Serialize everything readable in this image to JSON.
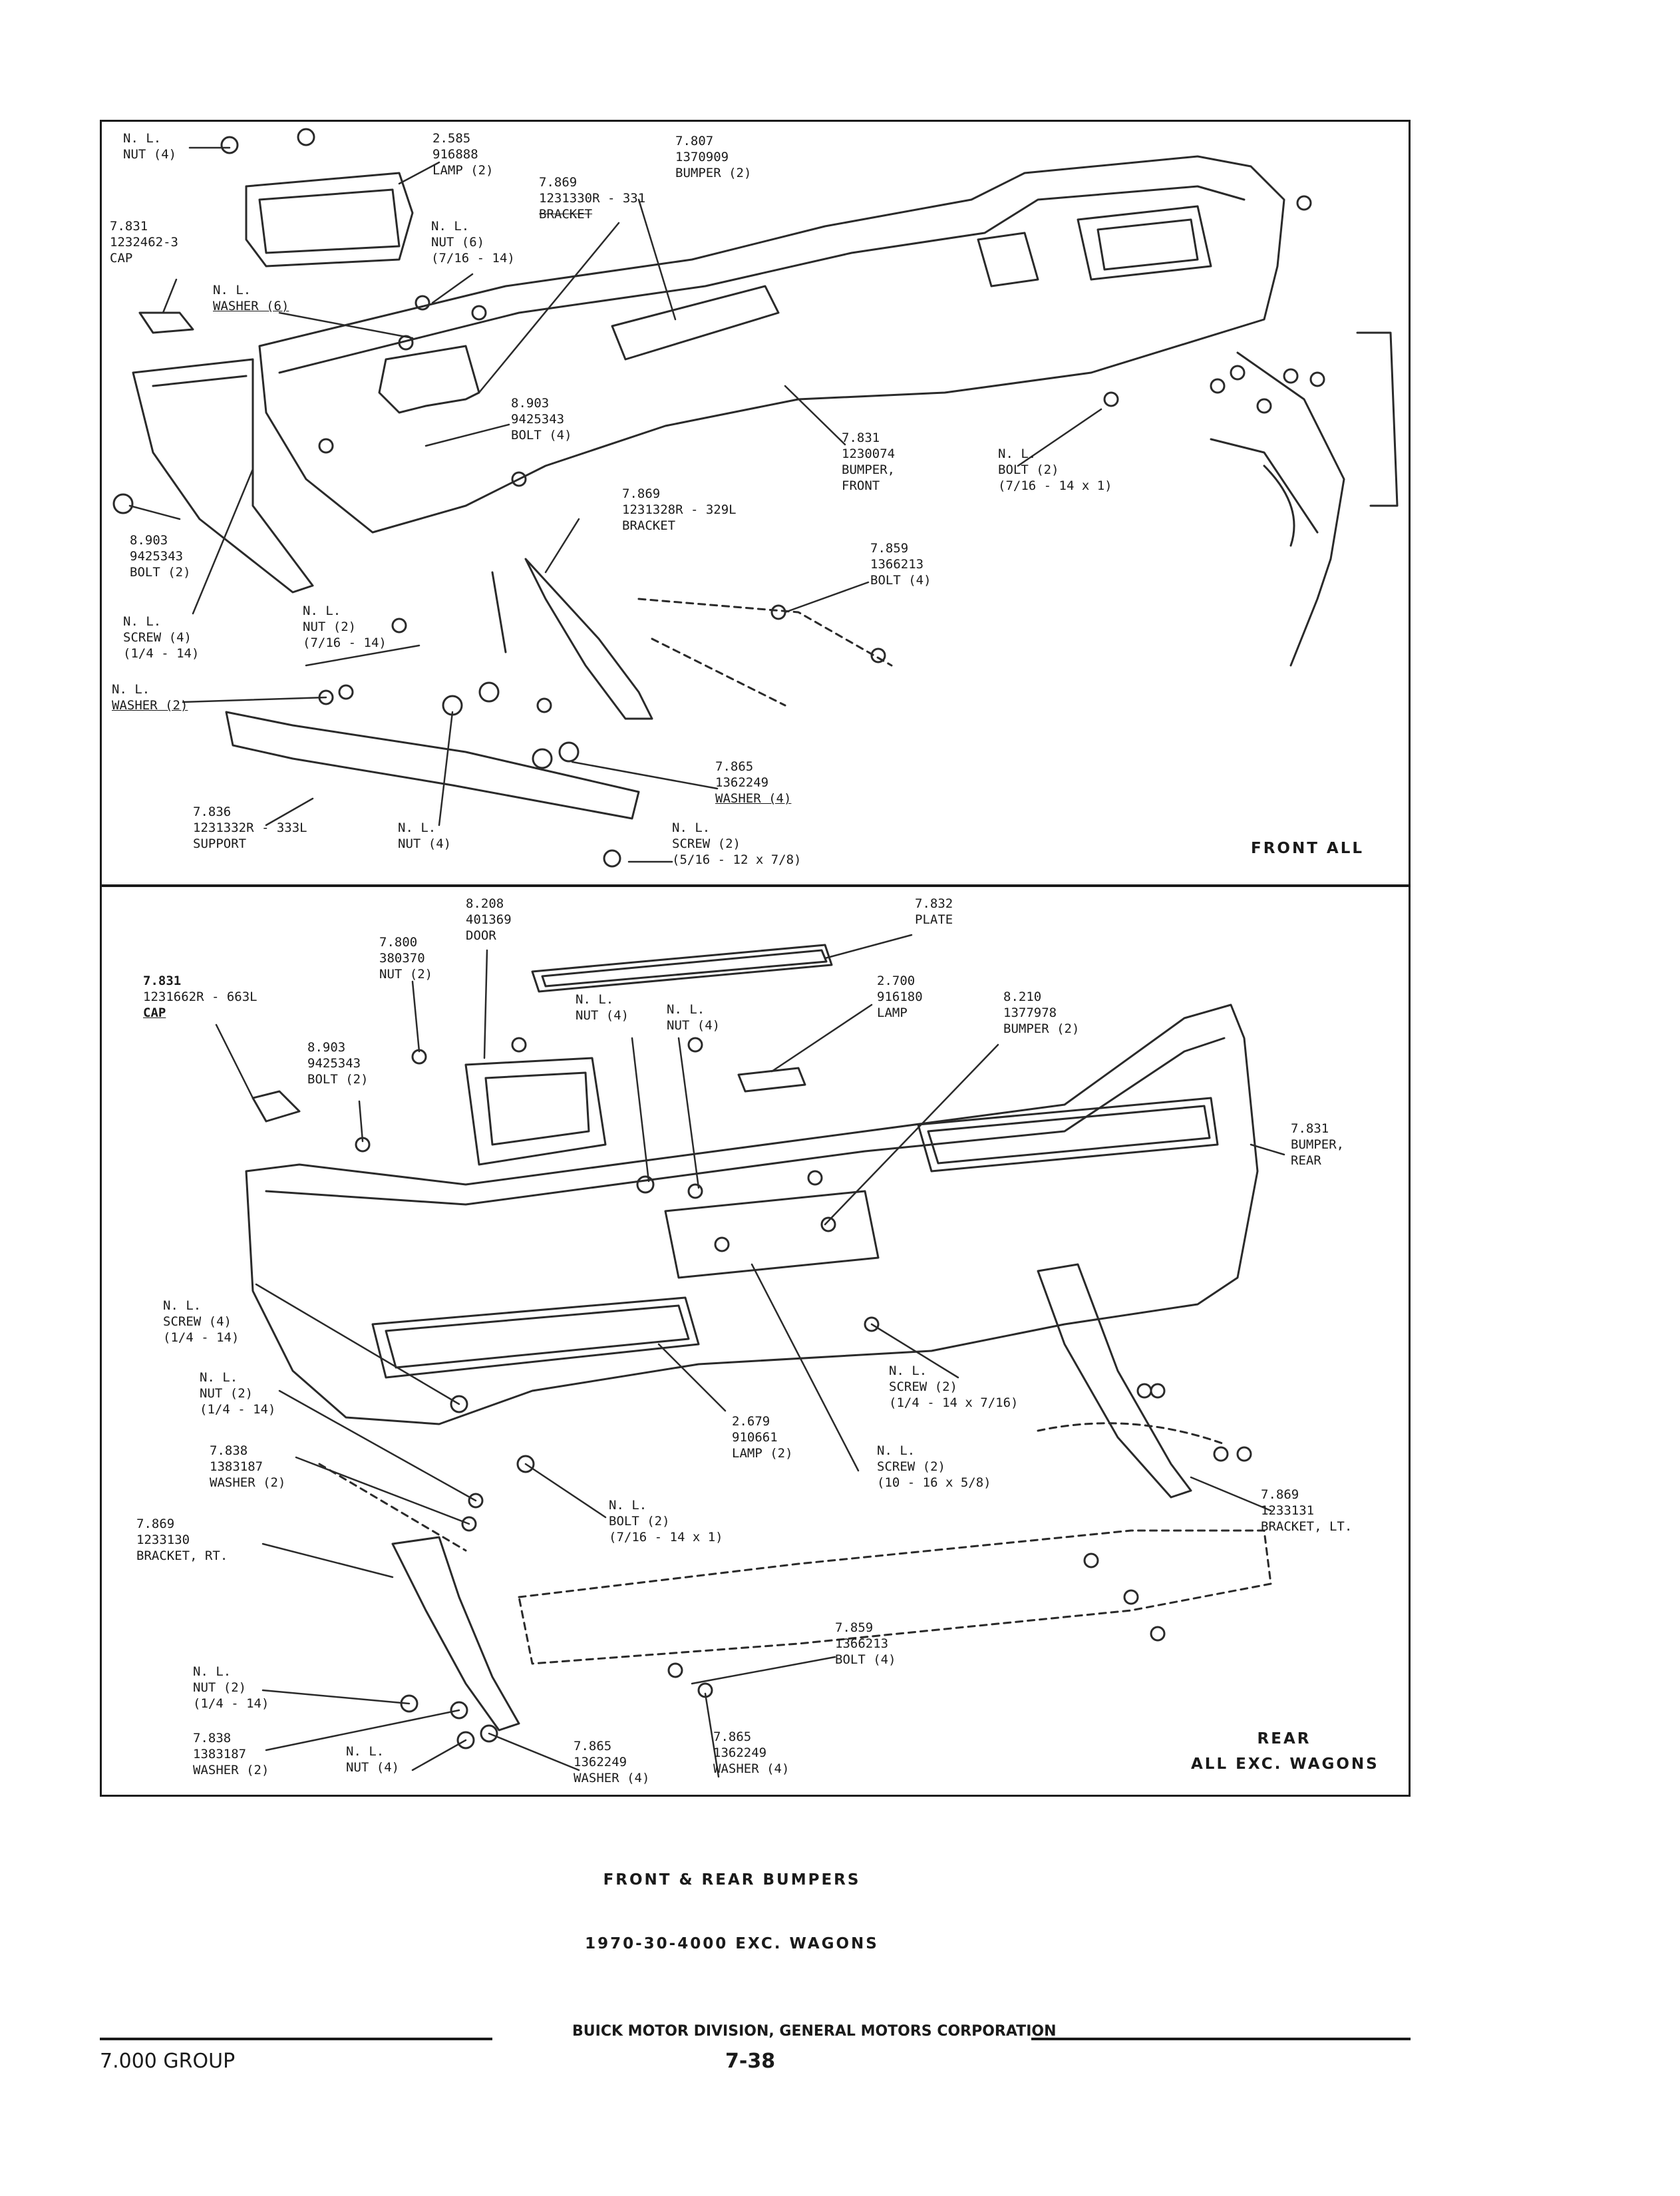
{
  "front": {
    "section_label": "FRONT ALL",
    "callouts": [
      {
        "id": "nut-lamp",
        "lines": [
          "N. L.",
          "NUT (4)"
        ]
      },
      {
        "id": "lamp",
        "lines": [
          "2.585",
          "916888",
          "LAMP (2)"
        ]
      },
      {
        "id": "bumper-2",
        "lines": [
          "7.807",
          "1370909",
          "BUMPER (2)"
        ]
      },
      {
        "id": "bracket-331",
        "lines": [
          "7.869",
          "1231330R - 331",
          "BRACKET"
        ]
      },
      {
        "id": "cap",
        "lines": [
          "7.831",
          "1232462-3",
          "CAP"
        ]
      },
      {
        "id": "nut-6",
        "lines": [
          "N. L.",
          "NUT (6)",
          "(7/16 - 14)"
        ]
      },
      {
        "id": "washer-6",
        "lines": [
          "N. L.",
          "WASHER (6)"
        ]
      },
      {
        "id": "bolt-4",
        "lines": [
          "8.903",
          "9425343",
          "BOLT (4)"
        ]
      },
      {
        "id": "bumper-front",
        "lines": [
          "7.831",
          "1230074",
          "BUMPER,",
          "FRONT"
        ]
      },
      {
        "id": "bolt-2-nl",
        "lines": [
          "N. L.",
          "BOLT (2)",
          "(7/16 - 14 x 1)"
        ]
      },
      {
        "id": "bolt-2",
        "lines": [
          "8.903",
          "9425343",
          "BOLT (2)"
        ]
      },
      {
        "id": "bracket-329",
        "lines": [
          "7.869",
          "1231328R - 329L",
          "BRACKET"
        ]
      },
      {
        "id": "bolt-1366213",
        "lines": [
          "7.859",
          "1366213",
          "BOLT (4)"
        ]
      },
      {
        "id": "screw-4",
        "lines": [
          "N. L.",
          "SCREW (4)",
          "(1/4 - 14)"
        ]
      },
      {
        "id": "nut-2",
        "lines": [
          "N. L.",
          "NUT (2)",
          "(7/16 - 14)"
        ]
      },
      {
        "id": "washer-2",
        "lines": [
          "N. L.",
          "WASHER (2)"
        ]
      },
      {
        "id": "washer-4",
        "lines": [
          "7.865",
          "1362249",
          "WASHER (4)"
        ]
      },
      {
        "id": "support",
        "lines": [
          "7.836",
          "1231332R - 333L",
          "SUPPORT"
        ]
      },
      {
        "id": "nut-4",
        "lines": [
          "N. L.",
          "NUT (4)"
        ]
      },
      {
        "id": "screw-2",
        "lines": [
          "N. L.",
          "SCREW (2)",
          "(5/16 - 12 x 7/8)"
        ]
      }
    ]
  },
  "rear": {
    "section_label": [
      "REAR",
      "ALL EXC. WAGONS"
    ],
    "callouts": [
      {
        "id": "door",
        "lines": [
          "8.208",
          "401369",
          "DOOR"
        ]
      },
      {
        "id": "plate",
        "lines": [
          "7.832",
          "PLATE"
        ]
      },
      {
        "id": "nut-2-380370",
        "lines": [
          "7.800",
          "380370",
          "NUT (2)"
        ]
      },
      {
        "id": "cap-rear",
        "lines": [
          "7.831",
          "1231662R - 663L",
          "CAP"
        ]
      },
      {
        "id": "nut-4a",
        "lines": [
          "N. L.",
          "NUT (4)"
        ]
      },
      {
        "id": "nut-4b",
        "lines": [
          "N. L.",
          "NUT (4)"
        ]
      },
      {
        "id": "lamp-916180",
        "lines": [
          "2.700",
          "916180",
          "LAMP"
        ]
      },
      {
        "id": "bumper-1377978",
        "lines": [
          "8.210",
          "1377978",
          "BUMPER (2)"
        ]
      },
      {
        "id": "bolt-2-rear",
        "lines": [
          "8.903",
          "9425343",
          "BOLT (2)"
        ]
      },
      {
        "id": "bumper-rear",
        "lines": [
          "7.831",
          "BUMPER,",
          "REAR"
        ]
      },
      {
        "id": "screw-4-rear",
        "lines": [
          "N. L.",
          "SCREW (4)",
          "(1/4 - 14)"
        ]
      },
      {
        "id": "nut-2-rear",
        "lines": [
          "N. L.",
          "NUT (2)",
          "(1/4 - 14)"
        ]
      },
      {
        "id": "screw-2-rear",
        "lines": [
          "N. L.",
          "SCREW (2)",
          "(1/4 - 14 x 7/16)"
        ]
      },
      {
        "id": "lamp-910661",
        "lines": [
          "2.679",
          "910661",
          "LAMP (2)"
        ]
      },
      {
        "id": "washer-1383187",
        "lines": [
          "7.838",
          "1383187",
          "WASHER (2)"
        ]
      },
      {
        "id": "screw-10-16",
        "lines": [
          "N. L.",
          "SCREW (2)",
          "(10 - 16 x 5/8)"
        ]
      },
      {
        "id": "bracket-rt",
        "lines": [
          "7.869",
          "1233130",
          "BRACKET, RT."
        ]
      },
      {
        "id": "bolt-nl-rear",
        "lines": [
          "N. L.",
          "BOLT (2)",
          "(7/16 - 14 x 1)"
        ]
      },
      {
        "id": "bracket-lt",
        "lines": [
          "7.869",
          "1233131",
          "BRACKET, LT."
        ]
      },
      {
        "id": "bolt-1366213-rear",
        "lines": [
          "7.859",
          "1366213",
          "BOLT (4)"
        ]
      },
      {
        "id": "nut-2-lower",
        "lines": [
          "N. L.",
          "NUT (2)",
          "(1/4 - 14)"
        ]
      },
      {
        "id": "washer-2-lower",
        "lines": [
          "7.838",
          "1383187",
          "WASHER (2)"
        ]
      },
      {
        "id": "nut-4-lower",
        "lines": [
          "N. L.",
          "NUT (4)"
        ]
      },
      {
        "id": "washer-4-a",
        "lines": [
          "7.865",
          "1362249",
          "WASHER (4)"
        ]
      },
      {
        "id": "washer-4-b",
        "lines": [
          "7.865",
          "1362249",
          "WASHER (4)"
        ]
      }
    ]
  },
  "caption": {
    "line1": "FRONT & REAR BUMPERS",
    "line2": "1970-30-4000 EXC. WAGONS"
  },
  "footer": {
    "center": "BUICK MOTOR DIVISION, GENERAL MOTORS CORPORATION",
    "left": "7.000 GROUP",
    "page": "7-38"
  }
}
